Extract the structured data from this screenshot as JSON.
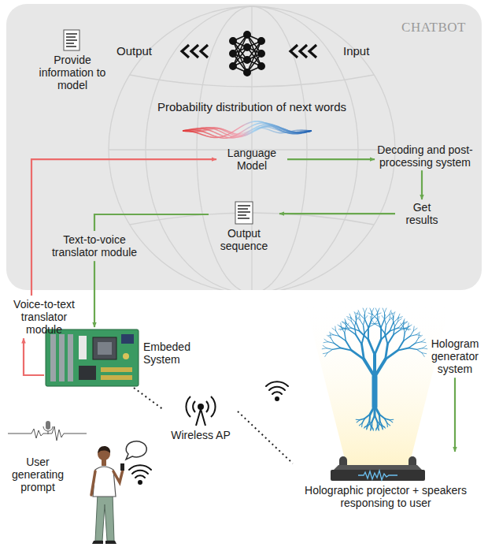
{
  "diagram": {
    "nodes": [
      {
        "text": [
          "CHATBOT"
        ]
      },
      {
        "text": [
          "Provide information to model"
        ],
        "in": 0
      },
      {
        "text": [
          "Language Model"
        ],
        "in": 0
      },
      {
        "text": [
          "Decoding and post-processing system"
        ],
        "in": 0
      },
      {
        "text": [
          "Get results"
        ],
        "in": 0
      },
      {
        "text": [
          "Output sequence"
        ],
        "in": 0
      },
      {
        "text": [
          "Text-to-voice translator module"
        ],
        "in": 0
      },
      {
        "text": [
          "Voice-to-text translator module"
        ]
      },
      {
        "text": [
          "Embeded System"
        ]
      },
      {
        "text": [
          "User generating prompt"
        ]
      },
      {
        "text": [
          "Wireless AP"
        ]
      },
      {
        "text": [
          "Hologram generator system"
        ]
      },
      {
        "text": [
          "Holographic projector + speakers responsing to user"
        ]
      }
    ],
    "edges": [
      {
        "from": 2,
        "to": 3,
        "arrow": "to"
      },
      {
        "from": 3,
        "to": 4,
        "arrow": "to"
      },
      {
        "from": 4,
        "to": 5,
        "arrow": "to"
      },
      {
        "from": 5,
        "to": 6,
        "arrow": "none"
      },
      {
        "from": 6,
        "to": 8,
        "arrow": "to"
      },
      {
        "from": 8,
        "to": 7,
        "arrow": "to"
      },
      {
        "from": 7,
        "to": 2,
        "arrow": "to"
      },
      {
        "from": 8,
        "to": 10,
        "arrow": "none"
      },
      {
        "from": 10,
        "to": 12,
        "arrow": "none"
      },
      {
        "from": 11,
        "to": 12,
        "arrow": "to"
      }
    ],
    "labels": [
      "Output",
      "Input",
      "Probability distribution of next words"
    ]
  }
}
